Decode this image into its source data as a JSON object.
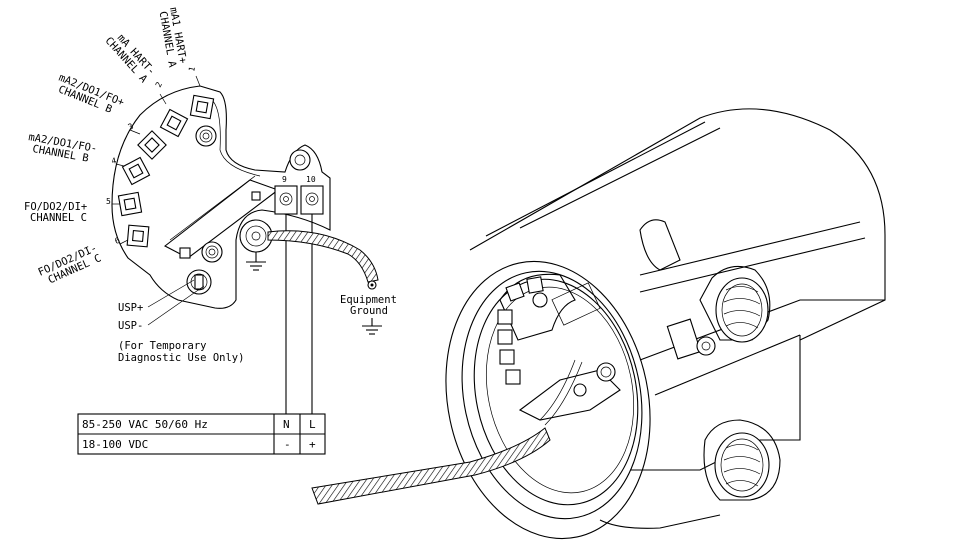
{
  "terminals": [
    {
      "num": "1",
      "line1": "mA1 HART+",
      "line2": "CHANNEL A"
    },
    {
      "num": "2",
      "line1": "mA HART-",
      "line2": "CHANNEL A"
    },
    {
      "num": "3",
      "line1": "mA2/DO1/FO+",
      "line2": "CHANNEL B"
    },
    {
      "num": "4",
      "line1": "mA2/DO1/FO-",
      "line2": "CHANNEL B"
    },
    {
      "num": "5",
      "line1": "FO/DO2/DI+",
      "line2": "CHANNEL C"
    },
    {
      "num": "6",
      "line1": "FO/DO2/DI-",
      "line2": "CHANNEL C"
    }
  ],
  "power_terminals": {
    "t9": "9",
    "t10": "10"
  },
  "usp": {
    "plus": "USP+",
    "minus": "USP-",
    "note_line1": "(For Temporary",
    "note_line2": "Diagnostic Use Only)"
  },
  "equipment_ground": {
    "line1": "Equipment",
    "line2": "Ground"
  },
  "power_table": {
    "rows": [
      {
        "label": "85-250 VAC 50/60 Hz",
        "c1": "N",
        "c2": "L"
      },
      {
        "label": "18-100 VDC",
        "c1": "-",
        "c2": "+"
      }
    ]
  }
}
